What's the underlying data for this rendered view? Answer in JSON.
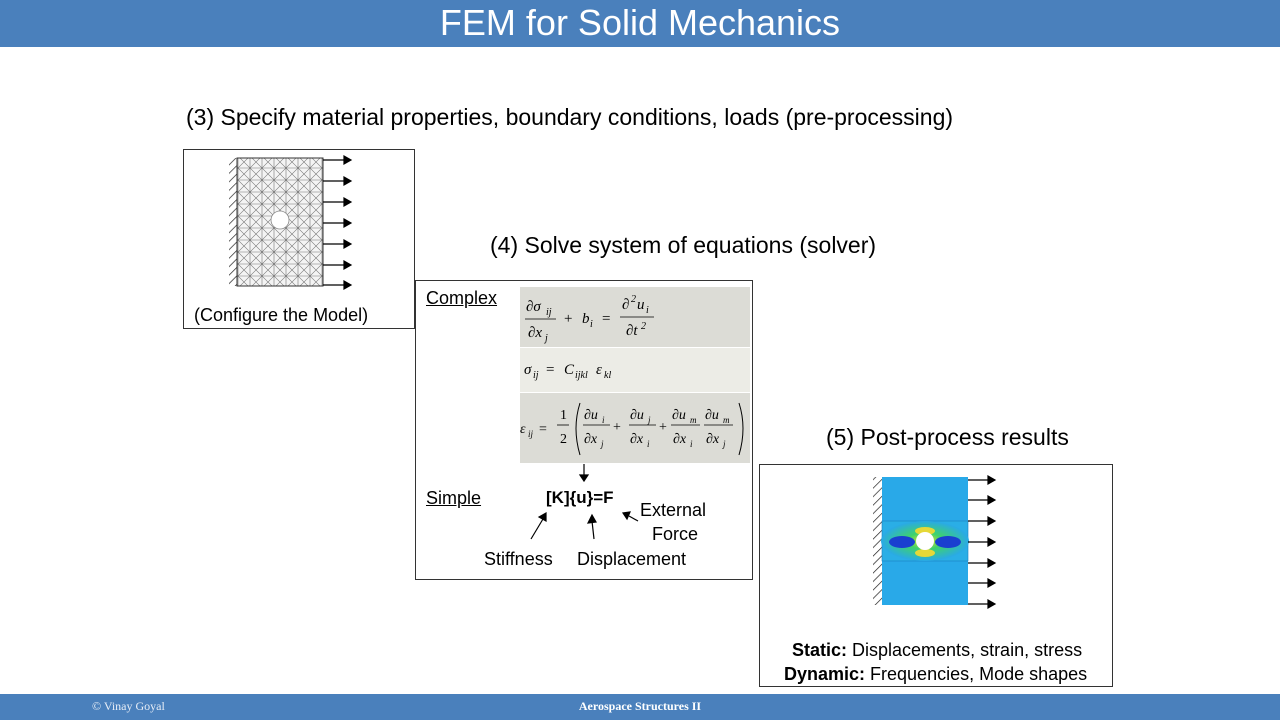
{
  "header": {
    "title": "FEM for Solid Mechanics"
  },
  "steps": {
    "step3": "(3) Specify material properties, boundary conditions, loads  (pre-processing)",
    "step4": "(4) Solve system of equations (solver)",
    "step5": "(5) Post-process results"
  },
  "model_box": {
    "caption": "(Configure the Model)"
  },
  "solver_box": {
    "complex_label": "Complex",
    "simple_label": "Simple",
    "simple_equation": "[K]{u}=F",
    "stiffness_label": "Stiffness",
    "displacement_label": "Displacement",
    "external_force_line1": "External",
    "external_force_line2": "Force"
  },
  "results_box": {
    "static_label": "Static:",
    "static_text": " Displacements, strain, stress",
    "dynamic_label": "Dynamic:",
    "dynamic_text": " Frequencies, Mode shapes"
  },
  "footer": {
    "copyright": "© Vinay  Goyal",
    "course": "Aerospace Structures  II"
  },
  "colors": {
    "accent": "#4a80bc",
    "equation_band": "#dcdcd6",
    "stress_field": "#29a9e8"
  }
}
